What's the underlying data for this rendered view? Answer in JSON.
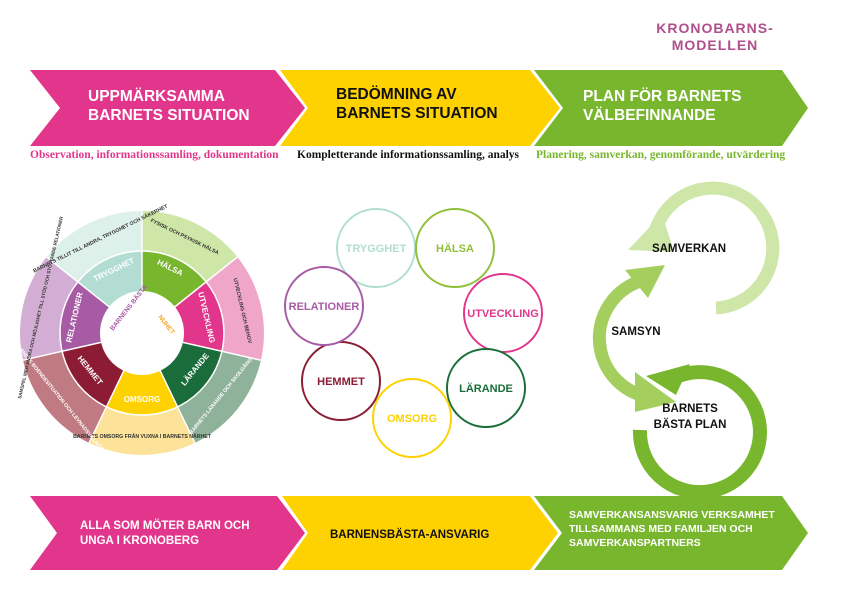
{
  "brand": {
    "line1": "KRONOBARNS-",
    "line2": "MODELLEN"
  },
  "colors": {
    "magenta": "#e1368b",
    "yellow": "#fed100",
    "green": "#77b62d",
    "lightgreen": "#cee6a8",
    "mint": "#b3ddd3",
    "purple": "#a75ba5",
    "darkred": "#8b1c34",
    "darkgreen": "#1a6d3a",
    "orange": "#f2a623"
  },
  "steps": [
    {
      "line1": "UPPMÄRKSAMMA",
      "line2": "BARNETS SITUATION",
      "subtitle": "Observation, informationssamling, dokumentation"
    },
    {
      "line1": "BEDÖMNING AV",
      "line2": "BARNETS SITUATION",
      "subtitle": "Kompletterande informationssamling, analys"
    },
    {
      "line1": "PLAN FÖR BARNETS",
      "line2": "VÄLBEFINNANDE",
      "subtitle": "Planering, samverkan, genomförande, utvärdering"
    }
  ],
  "wheel": {
    "center_top": "BARNENS BÄSTA",
    "center_bottom": "NUHET",
    "sectors": [
      {
        "name": "HÄLSA",
        "outer": "FYSISK OCH PSYKISK HÄLSA"
      },
      {
        "name": "UTVECKLING",
        "outer": "UTVECKLING OCH BEHOV"
      },
      {
        "name": "LÄRANDE",
        "outer": "BARNETS LÄRANDE OCH SKOLGÅNG"
      },
      {
        "name": "OMSORG",
        "outer": "BARNETS OMSORG FRÅN VUXNA I BARNETS NÄRHET"
      },
      {
        "name": "HEMMET",
        "outer": "BARNETS BOENDESITUATION OCH LEVNADSVILLKOR"
      },
      {
        "name": "RELATIONER",
        "outer": "SAMSPEL MED ANDRA OCH MÖJLIGHET TILL STÖD OCH STÖTTANDE RELATIONER"
      },
      {
        "name": "TRYGGHET",
        "outer": "BARNETS TILLIT TILL ANDRA, TRYGGHET OCH SÄKERHET"
      }
    ]
  },
  "circles": [
    "TRYGGHET",
    "HÄLSA",
    "UTVECKLING",
    "LÄRANDE",
    "OMSORG",
    "HEMMET",
    "RELATIONER"
  ],
  "cycle": {
    "samverkan": "SAMVERKAN",
    "samsyn": "SAMSYN",
    "plan_line1": "BARNETS",
    "plan_line2": "BÄSTA PLAN"
  },
  "bottom": [
    {
      "line1": "ALLA SOM MÖTER BARN OCH",
      "line2": "UNGA I KRONOBERG"
    },
    {
      "line1": "BARNENSBÄSTA-ANSVARIG"
    },
    {
      "line1": "SAMVERKANSANSVARIG VERKSAMHET",
      "line2": "TILLSAMMANS MED FAMILJEN OCH",
      "line3": "SAMVERKANSPARTNERS"
    }
  ]
}
